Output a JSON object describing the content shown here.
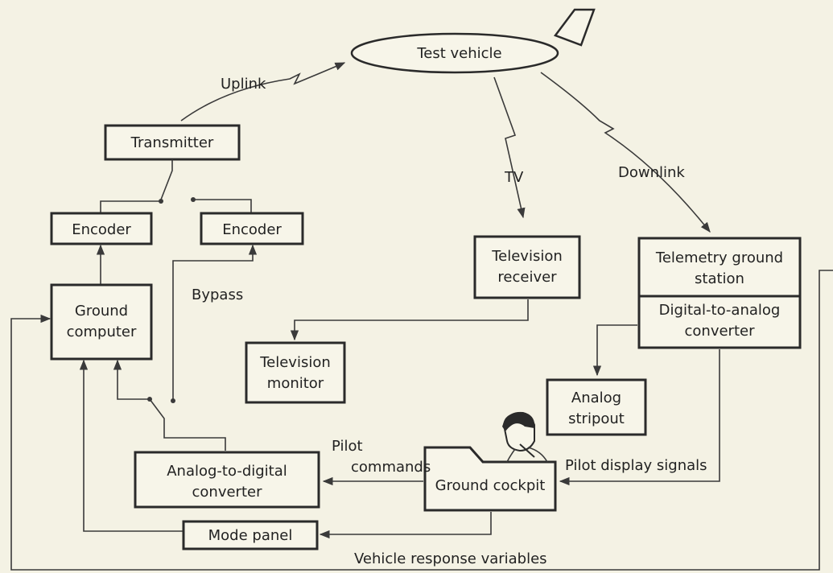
{
  "labels": {
    "test_vehicle": "Test vehicle",
    "transmitter": "Transmitter",
    "encoder_left": "Encoder",
    "encoder_right": "Encoder",
    "ground_computer_1": "Ground",
    "ground_computer_2": "computer",
    "bypass": "Bypass",
    "uplink": "Uplink",
    "tv": "TV",
    "downlink": "Downlink",
    "tv_receiver_1": "Television",
    "tv_receiver_2": "receiver",
    "tv_monitor_1": "Television",
    "tv_monitor_2": "monitor",
    "telemetry_1": "Telemetry ground",
    "telemetry_2": "station",
    "dac_1": "Digital-to-analog",
    "dac_2": "converter",
    "analog_stripout_1": "Analog",
    "analog_stripout_2": "stripout",
    "adc_1": "Analog-to-digital",
    "adc_2": "converter",
    "pilot_commands_1": "Pilot",
    "pilot_commands_2": "commands",
    "ground_cockpit": "Ground cockpit",
    "pilot_display": "Pilot display signals",
    "mode_panel": "Mode panel",
    "vehicle_response": "Vehicle response variables"
  }
}
